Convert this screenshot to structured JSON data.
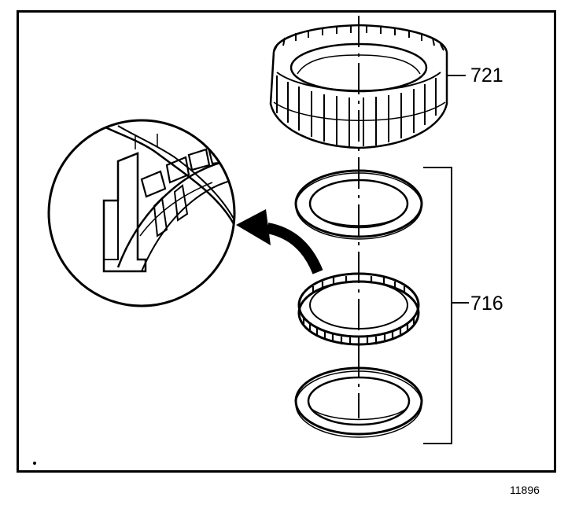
{
  "figure_id": "11896",
  "callouts": {
    "part_721": "721",
    "part_716": "716"
  },
  "colors": {
    "ink": "#000000",
    "paper": "#ffffff"
  }
}
